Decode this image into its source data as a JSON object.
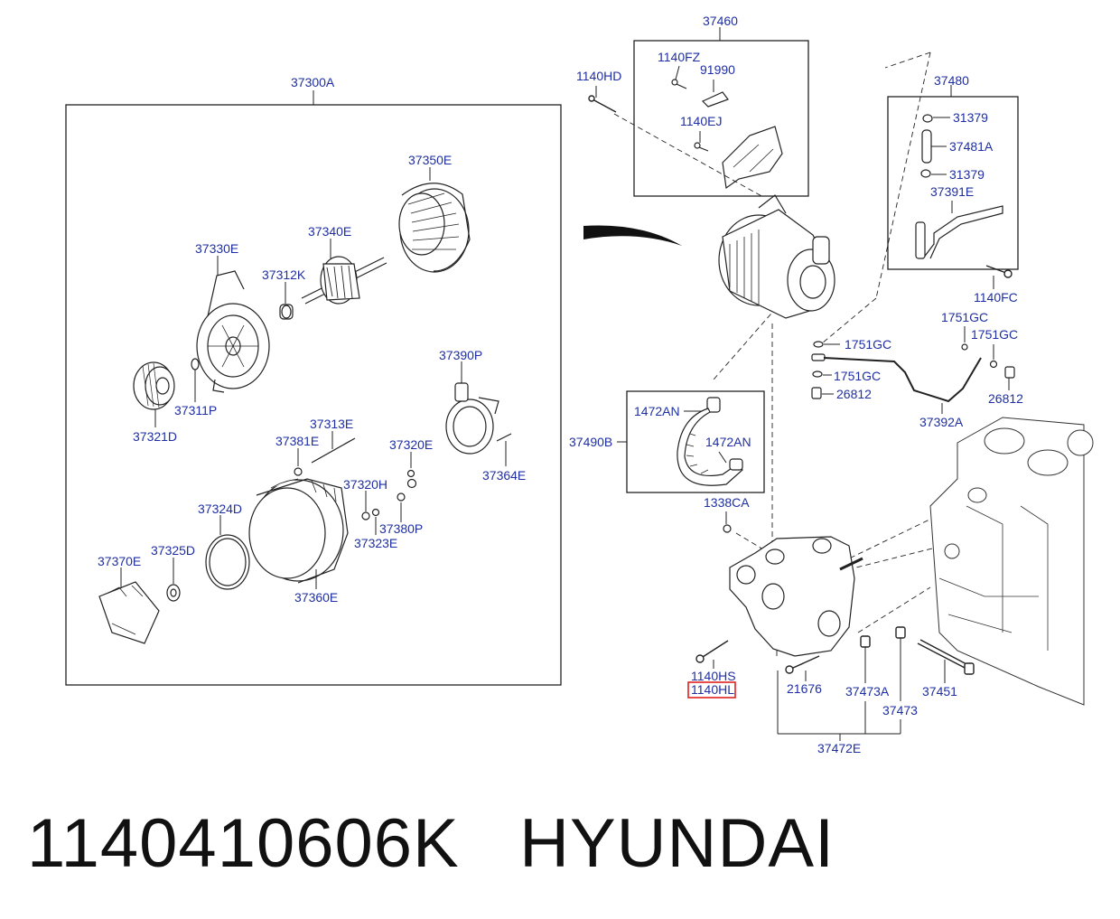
{
  "title": {
    "part_number": "1140410606K",
    "brand": "HYUNDAI"
  },
  "diagram": {
    "labels": {
      "a37300A": "37300A",
      "a37350E": "37350E",
      "a37340E": "37340E",
      "a37330E": "37330E",
      "a37312K": "37312K",
      "a37311P": "37311P",
      "a37321D": "37321D",
      "a37390P": "37390P",
      "a37364E": "37364E",
      "a37313E": "37313E",
      "a37381E": "37381E",
      "a37320E": "37320E",
      "a37320H": "37320H",
      "a37380P": "37380P",
      "a37323E": "37323E",
      "a37324D": "37324D",
      "a37325D": "37325D",
      "a37370E": "37370E",
      "a37360E": "37360E",
      "a37460": "37460",
      "a1140HD": "1140HD",
      "a1140FZ": "1140FZ",
      "a91990": "91990",
      "a1140EJ": "1140EJ",
      "a37480": "37480",
      "a31379a": "31379",
      "a37481A": "37481A",
      "a31379b": "31379",
      "a37391E": "37391E",
      "a1140FC": "1140FC",
      "a1751GCa": "1751GC",
      "a1751GCb": "1751GC",
      "a1751GCc": "1751GC",
      "a1751GCd": "1751GC",
      "a26812a": "26812",
      "a26812b": "26812",
      "a37392A": "37392A",
      "a1472ANa": "1472AN",
      "a1472ANb": "1472AN",
      "a37490B": "37490B",
      "a1338CA": "1338CA",
      "a1140HS": "1140HS",
      "a1140HL": "1140HL",
      "a21676": "21676",
      "a37473A": "37473A",
      "a37473": "37473",
      "a37451": "37451",
      "a37472E": "37472E"
    },
    "highlighted_label": "1140HL",
    "colors": {
      "label": "#1f2fa3",
      "highlight_box": "#e02020",
      "line": "#222222"
    }
  }
}
